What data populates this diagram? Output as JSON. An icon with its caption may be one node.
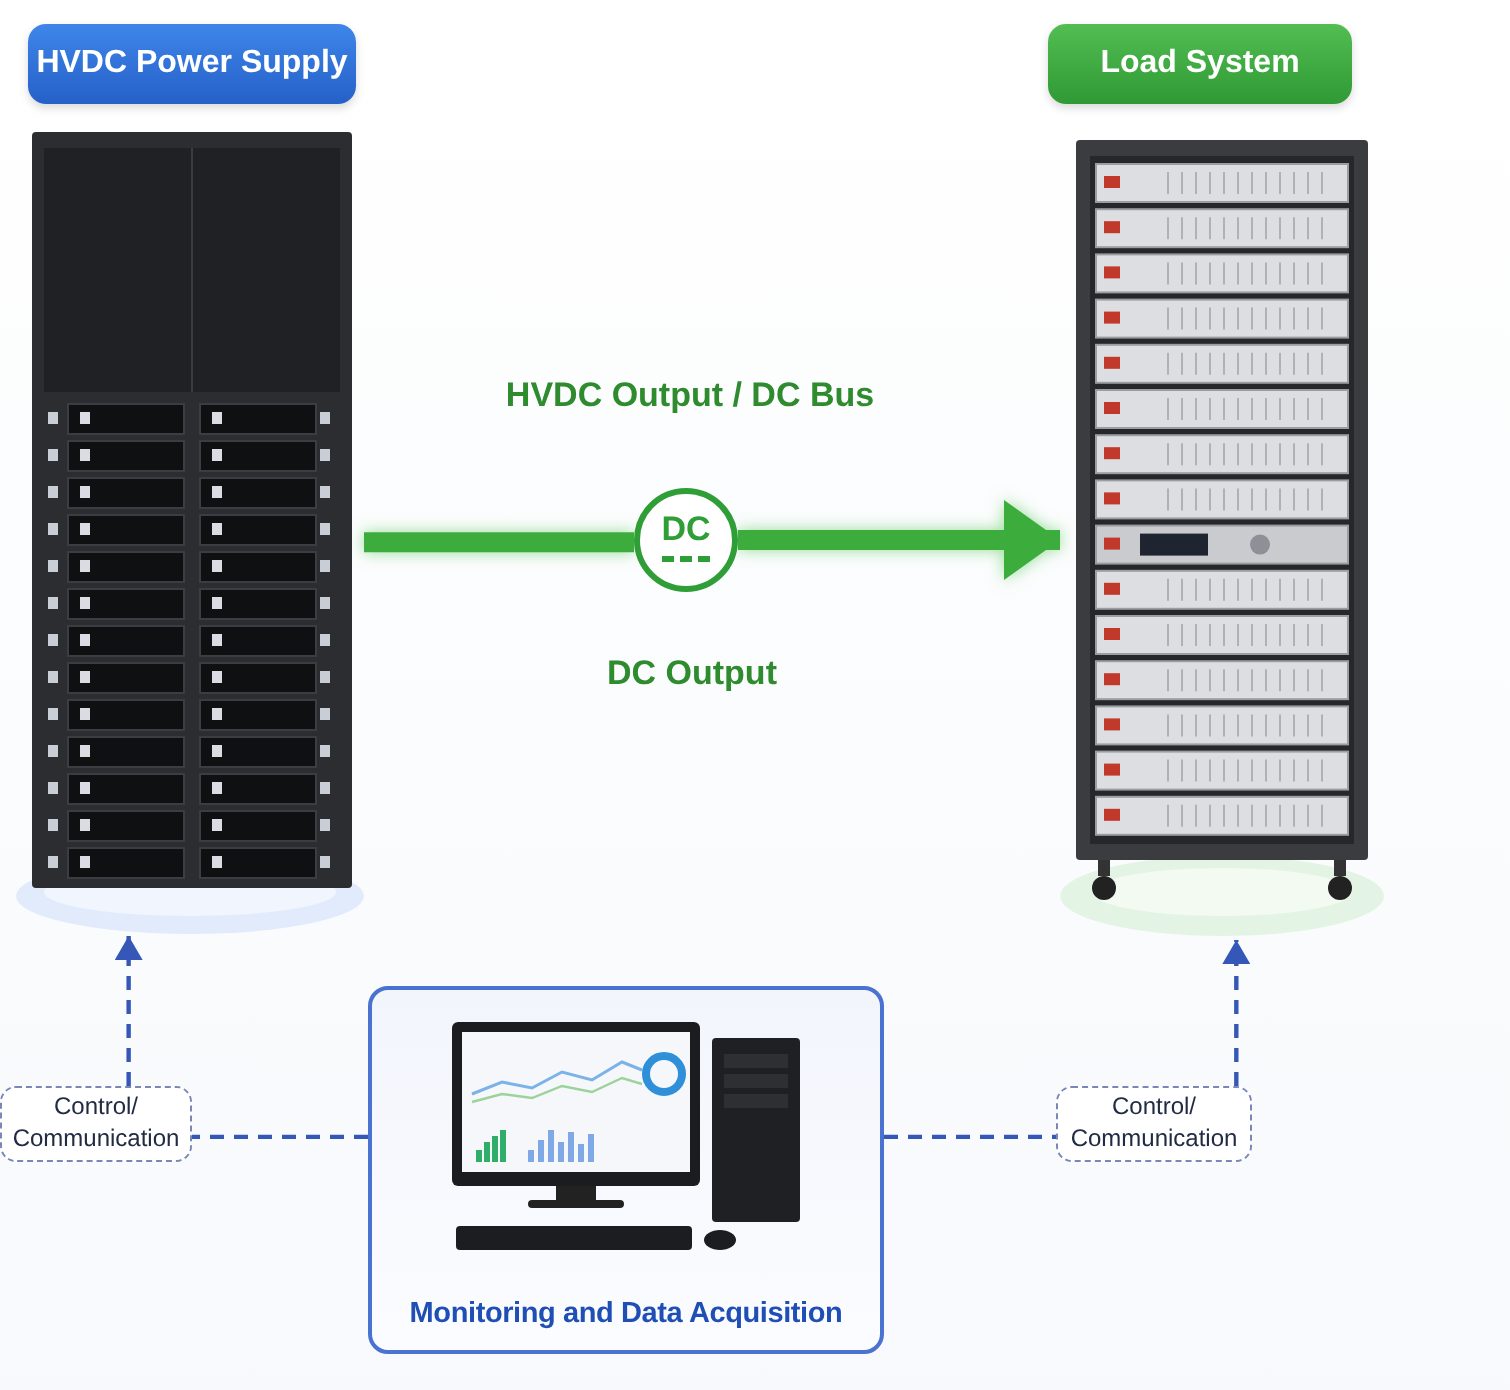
{
  "diagram": {
    "nodes": [
      {
        "text": [
          "HVDC Power Supply"
        ]
      },
      {
        "text": [],
        "shape": "picture"
      },
      {
        "text": [
          "Load System"
        ]
      },
      {
        "text": [],
        "shape": "picture"
      },
      {
        "text": [
          "DC"
        ],
        "beside": [
          "DC Output"
        ]
      },
      {
        "text": [
          "Monitoring and Data Acquisition"
        ]
      },
      {
        "text": [
          "Control/ Communication"
        ]
      },
      {
        "text": [
          "Control/ Communication"
        ]
      }
    ],
    "edges": [
      {
        "from": 1,
        "to": 4,
        "arrow": "none",
        "style": "thick",
        "color": "#3cad3c"
      },
      {
        "from": 4,
        "to": 3,
        "arrow": "to",
        "style": "thick",
        "color": "#3cad3c"
      },
      {
        "from": 5,
        "to": 6,
        "arrow": "none",
        "style": "dashed"
      },
      {
        "from": 6,
        "to": 1,
        "arrow": "to",
        "style": "dashed"
      },
      {
        "from": 5,
        "to": 7,
        "arrow": "none",
        "style": "dashed"
      },
      {
        "from": 7,
        "to": 3,
        "arrow": "to",
        "style": "dashed"
      }
    ],
    "labels": [
      "HVDC Output / DC Bus"
    ]
  }
}
